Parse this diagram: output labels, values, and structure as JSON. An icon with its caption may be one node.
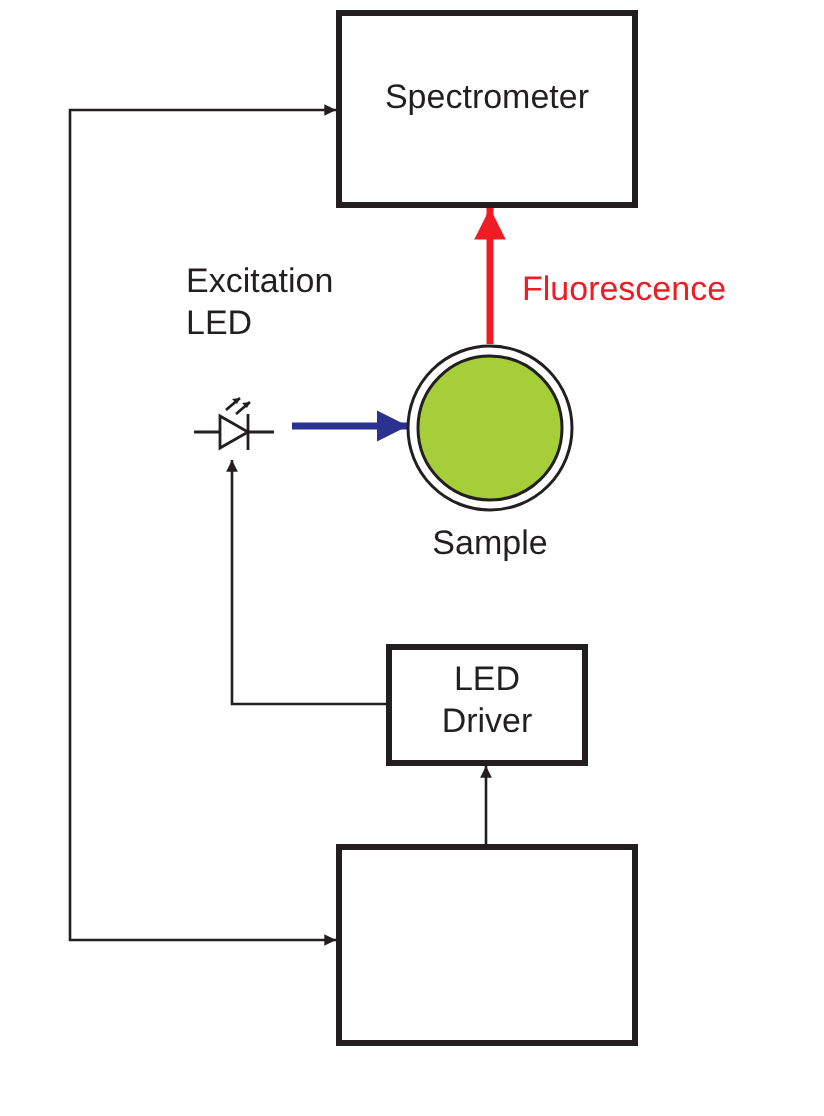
{
  "diagram": {
    "nodes": [
      {
        "text": [
          "Spectrometer"
        ]
      },
      {
        "text": [],
        "shape": "diode",
        "beside": [
          "Excitation LED"
        ]
      },
      {
        "text": [
          "Sample"
        ]
      },
      {
        "text": [
          "LED Driver"
        ]
      },
      {
        "text": [],
        "shape": "box"
      }
    ],
    "edges": [
      {
        "from": 4,
        "to": 0,
        "arrow": "both"
      },
      {
        "from": 3,
        "to": 1,
        "arrow": "to"
      },
      {
        "from": 4,
        "to": 3,
        "arrow": "to"
      },
      {
        "from": 1,
        "to": 2,
        "arrow": "to",
        "style": "thick",
        "color": "#2b3190"
      },
      {
        "from": 2,
        "to": 0,
        "arrow": "to",
        "label": "Fluorescence",
        "style": "thick",
        "color": "#ee1c25"
      }
    ]
  }
}
